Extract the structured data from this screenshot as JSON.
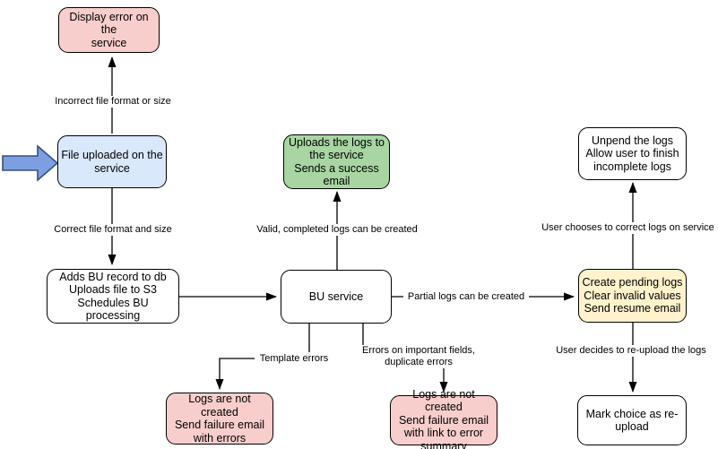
{
  "diagram": {
    "nodes": {
      "display_error": {
        "label": "Display error on the\nservice",
        "fill": "#F8CECC"
      },
      "file_uploaded": {
        "label": "File uploaded on the\nservice",
        "fill": "#DAE8FC"
      },
      "adds_bu_record": {
        "label": "Adds BU record to db\nUploads file to S3\nSchedules BU processing",
        "fill": "#FFFFFF"
      },
      "bu_service": {
        "label": "BU service",
        "fill": "#FFFFFF"
      },
      "uploads_logs": {
        "label": "Uploads the logs to\nthe service\nSends a success\nemail",
        "fill": "#A8D5A2"
      },
      "unpend_logs": {
        "label": "Unpend the logs\nAllow user to finish\nincomplete logs",
        "fill": "#FFFFFF"
      },
      "create_pending_logs": {
        "label": "Create pending logs\nClear invalid values\nSend resume email",
        "fill": "#FFF2CC"
      },
      "mark_choice": {
        "label": "Mark choice as re-\nupload",
        "fill": "#FFFFFF"
      },
      "logs_not_created_errors": {
        "label": "Logs are not created\nSend failure email\nwith errors",
        "fill": "#F8CECC"
      },
      "logs_not_created_summary": {
        "label": "Logs are not created\nSend failure email\nwith link to error\nsummary",
        "fill": "#F8CECC"
      }
    },
    "edge_labels": {
      "incorrect_file": "Incorrect file format or size",
      "correct_file": "Correct file format and size",
      "valid_logs": "Valid, completed logs can be created",
      "partial_logs": "Partial logs can be created",
      "template_errors": "Template errors",
      "errors_fields": "Errors on important fields,\nduplicate errors",
      "user_corrects": "User chooses to correct logs on service",
      "user_reupload": "User decides to re-upload the logs"
    },
    "colors": {
      "node_border": "#000000",
      "connector": "#000000",
      "pink": "#F8CECC",
      "blue": "#DAE8FC",
      "green": "#A8D5A2",
      "yellow": "#FFF2CC",
      "white": "#FFFFFF",
      "entry_arrow_fill": "#7D9EE0",
      "entry_arrow_border": "#34517E"
    }
  }
}
